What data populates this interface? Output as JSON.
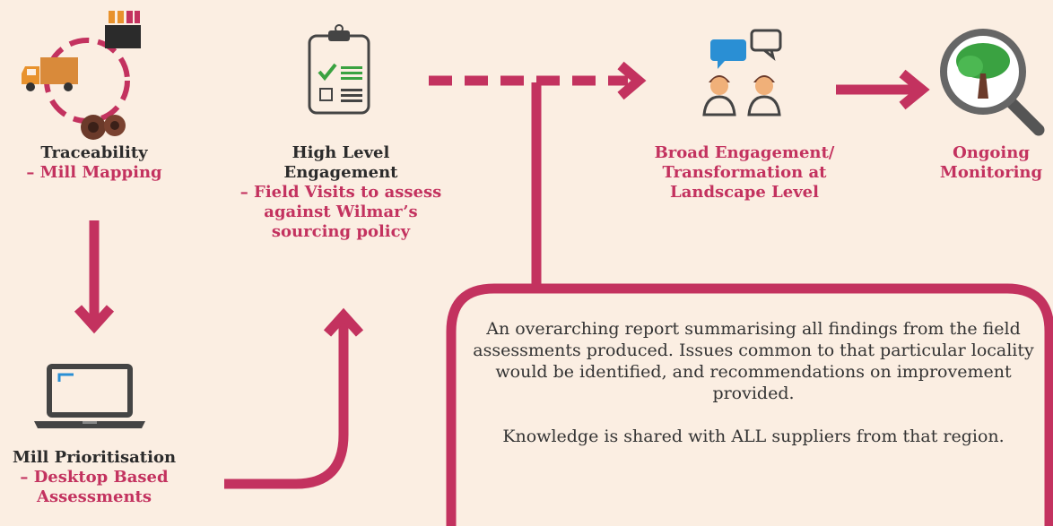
{
  "colors": {
    "background": "#fbeee2",
    "accent": "#c3325f",
    "dark": "#2b2b2b",
    "icon": "#444444"
  },
  "steps": {
    "traceability": {
      "title": "Traceability",
      "sub": "– Mill Mapping",
      "icon": "truck-fruit-cycle-icon"
    },
    "high_level": {
      "title_1": "High Level",
      "title_2": "Engagement",
      "sub_1": "– Field Visits to assess",
      "sub_2": "against Wilmar’s",
      "sub_3": "sourcing policy",
      "icon": "clipboard-checklist-icon"
    },
    "broad": {
      "line_1": "Broad Engagement/",
      "line_2": "Transformation at",
      "line_3": "Landscape Level",
      "icon": "people-discussion-icon"
    },
    "monitoring": {
      "line_1": "Ongoing",
      "line_2": "Monitoring",
      "icon": "magnifier-tree-icon"
    },
    "mill_prioritisation": {
      "title": "Mill Prioritisation",
      "sub_1": "– Desktop Based",
      "sub_2": "Assessments",
      "icon": "laptop-icon"
    }
  },
  "report_box": {
    "paragraph_1": "An overarching report summarising all findings from the field assessments produced. Issues common to that particular locality would be identified, and recommendations on improvement provided.",
    "paragraph_2": "Knowledge is shared with ALL suppliers from that region."
  }
}
